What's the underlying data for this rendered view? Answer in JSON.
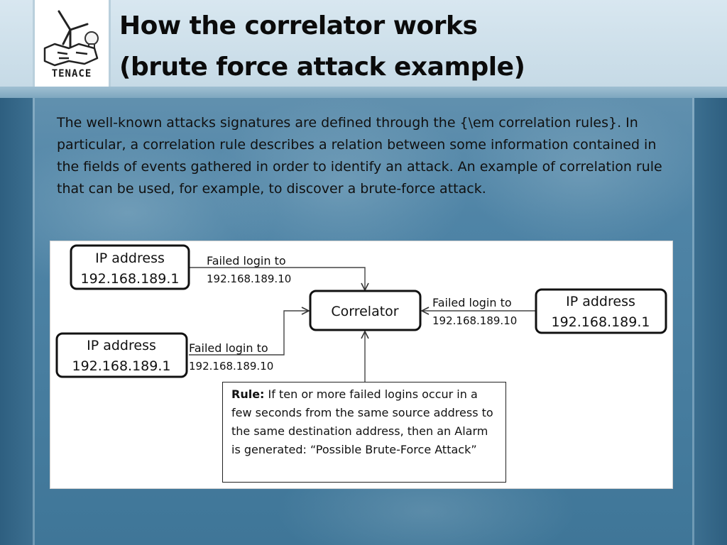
{
  "slide": {
    "logo_text": "TENACE",
    "title_lines": [
      "How the correlator works",
      "(brute force attack example)"
    ],
    "body_text": "The well-known attacks signatures are defined through the {\\em correlation rules}. In particular, a correlation rule describes a relation between some information contained in the fields of events gathered in order to identify an attack. An example of correlation rule that can be used, for example, to discover a brute-force attack."
  },
  "diagram": {
    "source_top": {
      "line1": "IP address",
      "line2": "192.168.189.1"
    },
    "source_left": {
      "line1": "IP address",
      "line2": "192.168.189.1"
    },
    "source_right": {
      "line1": "IP address",
      "line2": "192.168.189.1"
    },
    "correlator": "Correlator",
    "edge_top": {
      "line1": "Failed login to",
      "line2": "192.168.189.10"
    },
    "edge_left": {
      "line1": "Failed login to",
      "line2": "192.168.189.10"
    },
    "edge_right": {
      "line1": "Failed login to",
      "line2": "192.168.189.10"
    },
    "rule": {
      "label": "Rule:",
      "text": " If ten or more failed logins occur in a few seconds from the same source address to the same destination address, then an Alarm is generated: “Possible Brute-Force Attack”"
    }
  },
  "colors": {
    "background": "#4a7c9c",
    "header": "#d8e7f0",
    "diagram_background": "#ffffff"
  }
}
